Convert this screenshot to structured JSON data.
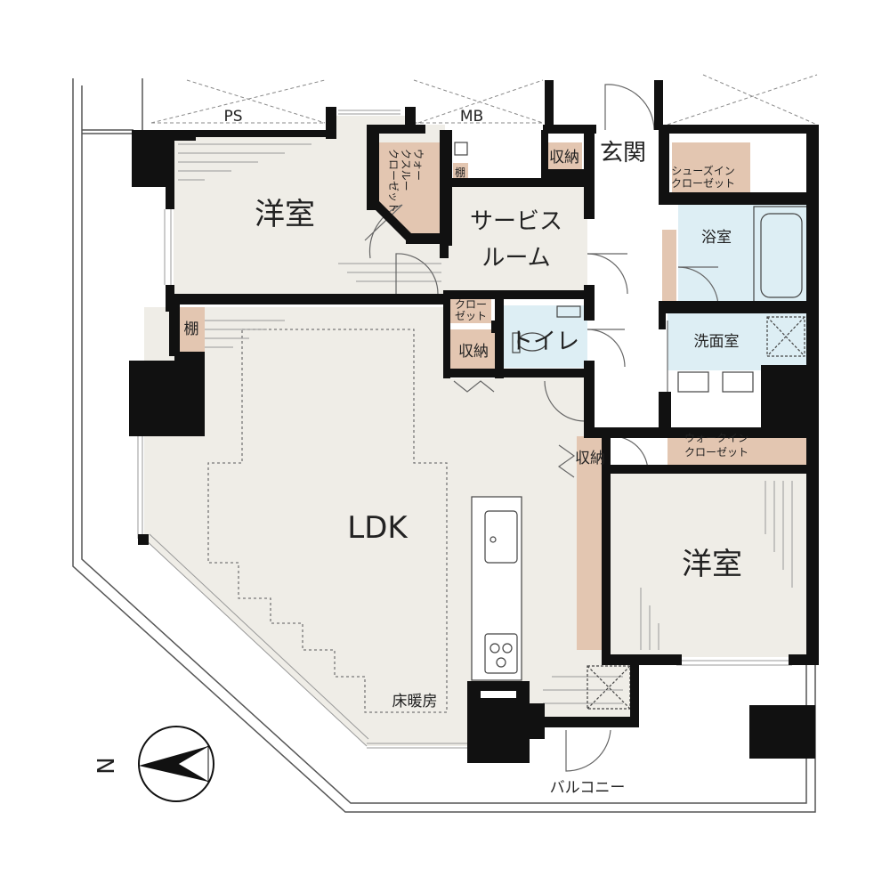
{
  "labels": {
    "ps": "PS",
    "mb": "MB",
    "western_room_top": "洋室",
    "western_room_right": "洋室",
    "walk_through_closet_top": "ウォークスルークローゼット",
    "walk_through_closet_line1": "ウォー",
    "walk_through_closet_line2": "クスルー",
    "walk_through_closet_line3": "クローゼット",
    "shelf_small": "棚",
    "shelf_left": "棚",
    "storage_top": "収納",
    "storage_mid": "収納",
    "storage_right": "収納",
    "service_room_line1": "サービス",
    "service_room_line2": "ルーム",
    "closet_small_line1": "クロー",
    "closet_small_line2": "ゼット",
    "toilet": "トイレ",
    "entrance": "玄関",
    "shoes_closet_line1": "シューズイン",
    "shoes_closet_line2": "クローゼット",
    "bathroom": "浴室",
    "washroom": "洗面室",
    "walkin_closet_line1": "ウォークイン",
    "walkin_closet_line2": "クローゼット",
    "ldk": "LDK",
    "floor_heating": "床暖房",
    "balcony": "バルコニー",
    "north": "N"
  },
  "colors": {
    "wall": "#111111",
    "room": "#efede7",
    "storage": "#e3c6b1",
    "wet": "#ddeef4",
    "line": "#888888"
  }
}
